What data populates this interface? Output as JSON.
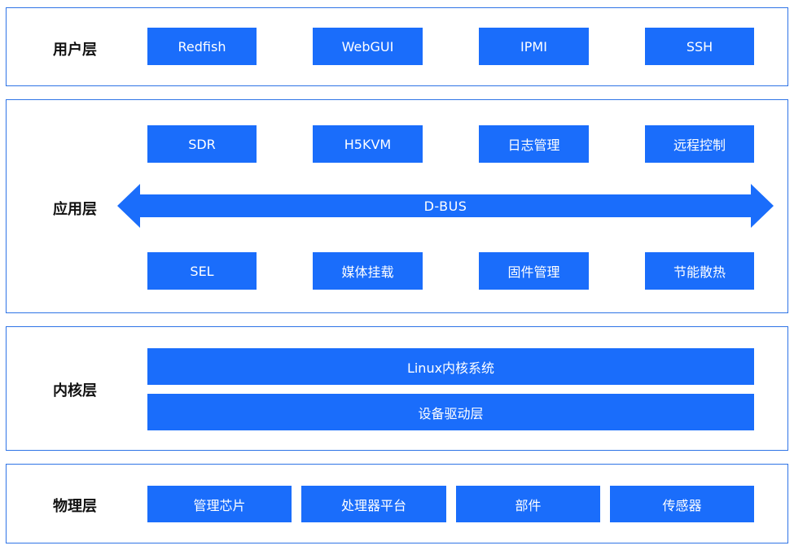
{
  "user_layer": {
    "label": "用户层",
    "items": [
      "Redfish",
      "WebGUI",
      "IPMI",
      "SSH"
    ]
  },
  "app_layer": {
    "label": "应用层",
    "top_items": [
      "SDR",
      "H5KVM",
      "日志管理",
      "远程控制"
    ],
    "bus": "D-BUS",
    "bottom_items": [
      "SEL",
      "媒体挂载",
      "固件管理",
      "节能散热"
    ]
  },
  "kernel_layer": {
    "label": "内核层",
    "items": [
      "Linux内核系统",
      "设备驱动层"
    ]
  },
  "physical_layer": {
    "label": "物理层",
    "items": [
      "管理芯片",
      "处理器平台",
      "部件",
      "传感器"
    ]
  },
  "colors": {
    "box_fill": "#1a6dfb",
    "border": "#2f74e6",
    "text_on_box": "#ffffff"
  }
}
